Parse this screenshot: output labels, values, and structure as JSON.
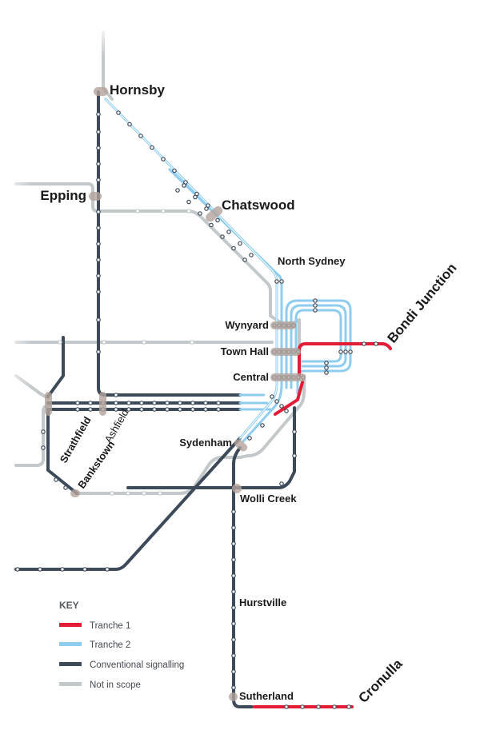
{
  "title": "Sydney rail network signalling upgrade map",
  "colors": {
    "tranche1": "#e31b37",
    "tranche2": "#8ecdf0",
    "conventional": "#3d4a5a",
    "not_in_scope": "#c3c8cb",
    "station_halo": "#b3a39b"
  },
  "stations": {
    "hornsby": "Hornsby",
    "epping": "Epping",
    "chatswood": "Chatswood",
    "north_sydney": "North Sydney",
    "wynyard": "Wynyard",
    "town_hall": "Town Hall",
    "central": "Central",
    "bondi_junction": "Bondi Junction",
    "strathfield": "Strathfield",
    "ashfield": "Ashfield",
    "bankstown": "Bankstown",
    "sydenham": "Sydenham",
    "wolli_creek": "Wolli Creek",
    "hurstville": "Hurstville",
    "sutherland": "Sutherland",
    "cronulla": "Cronulla"
  },
  "key": {
    "title": "KEY",
    "items": [
      {
        "label": "Tranche 1",
        "category": "tranche1"
      },
      {
        "label": "Tranche 2",
        "category": "tranche2"
      },
      {
        "label": "Conventional signalling",
        "category": "conventional"
      },
      {
        "label": "Not in scope",
        "category": "not_in_scope"
      }
    ]
  }
}
